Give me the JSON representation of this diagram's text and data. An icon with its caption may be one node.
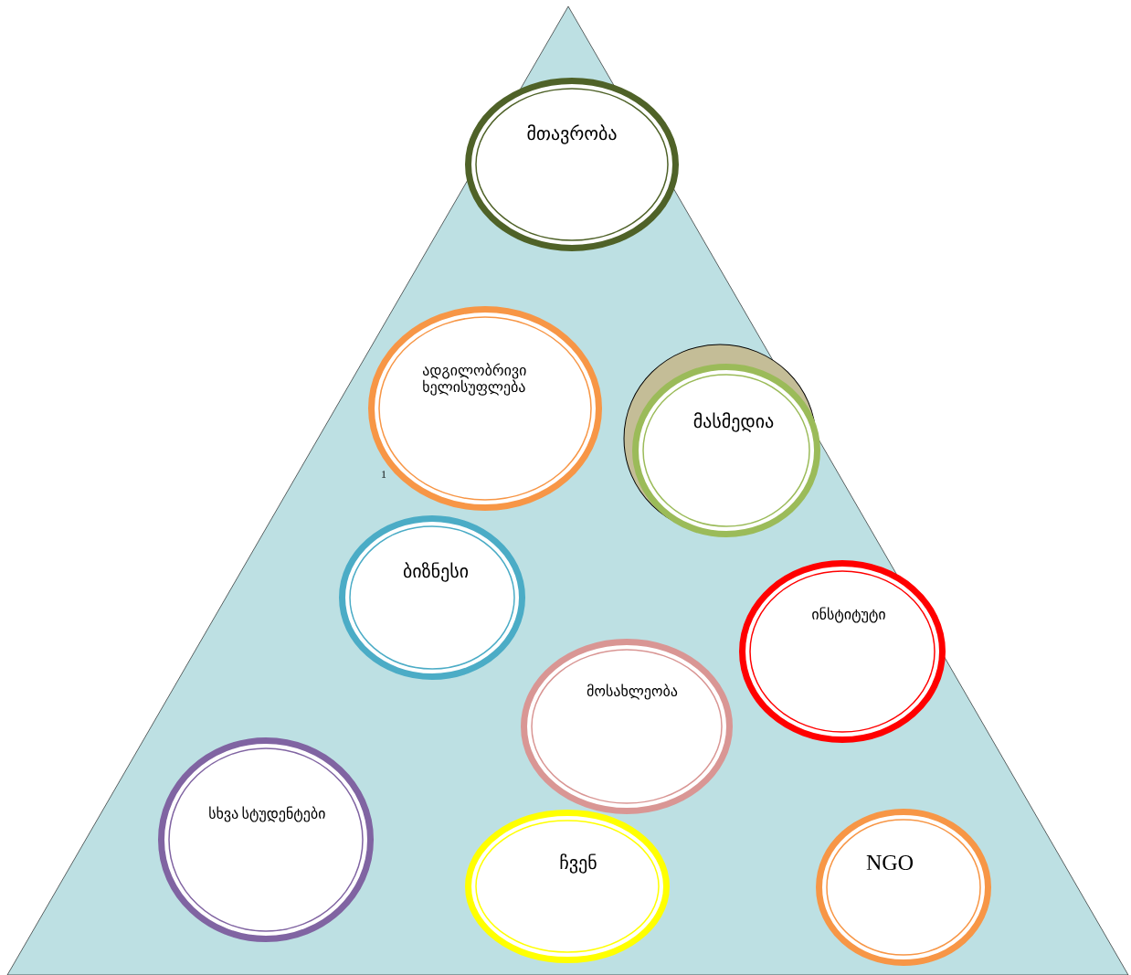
{
  "diagram": {
    "nodes": [
      {
        "text": [
          "მთავრობა"
        ]
      },
      {
        "text": [
          "ადგილობრივი ხელისუფლება"
        ]
      },
      {
        "text": [
          "მასმედია"
        ]
      },
      {
        "text": [
          "ბიზნესი"
        ]
      },
      {
        "text": [
          "ინსტიტუტი"
        ]
      },
      {
        "text": [
          "მოსახლეობა"
        ]
      },
      {
        "text": [
          "სხვა სტუდენტები"
        ]
      },
      {
        "text": [
          "ჩვენ"
        ]
      },
      {
        "text": [
          "NGO"
        ]
      }
    ],
    "labels": [
      "1"
    ]
  }
}
